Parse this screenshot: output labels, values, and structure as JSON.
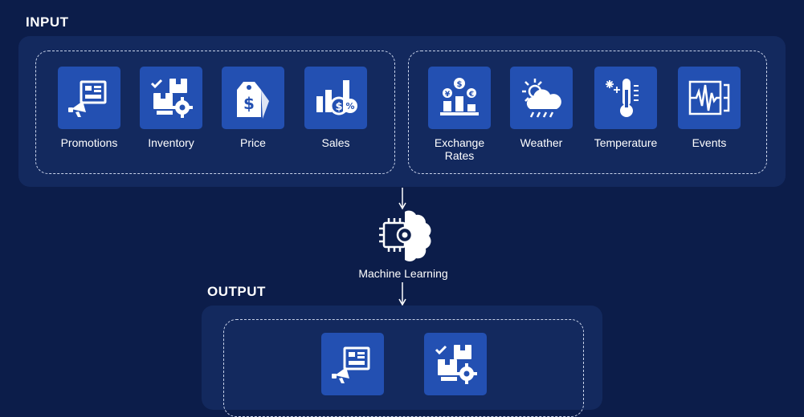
{
  "headings": {
    "input": "INPUT",
    "output": "OUTPUT"
  },
  "input_groups": [
    {
      "items": [
        {
          "label": "Promotions",
          "icon": "megaphone-billboard-icon"
        },
        {
          "label": "Inventory",
          "icon": "boxes-gear-icon"
        },
        {
          "label": "Price",
          "icon": "price-tag-icon"
        },
        {
          "label": "Sales",
          "icon": "sales-chart-icon"
        }
      ]
    },
    {
      "items": [
        {
          "label": "Exchange Rates",
          "icon": "currency-exchange-icon"
        },
        {
          "label": "Weather",
          "icon": "weather-icon"
        },
        {
          "label": "Temperature",
          "icon": "thermometer-icon"
        },
        {
          "label": "Events",
          "icon": "seismograph-icon"
        }
      ]
    }
  ],
  "process": {
    "label": "Machine Learning",
    "icon": "brain-chip-gear-icon"
  },
  "output_items": [
    {
      "icon": "megaphone-billboard-icon"
    },
    {
      "icon": "boxes-gear-icon"
    }
  ],
  "colors": {
    "background": "#0c1d4a",
    "panel": "#13295e",
    "tile": "#2350b2"
  }
}
